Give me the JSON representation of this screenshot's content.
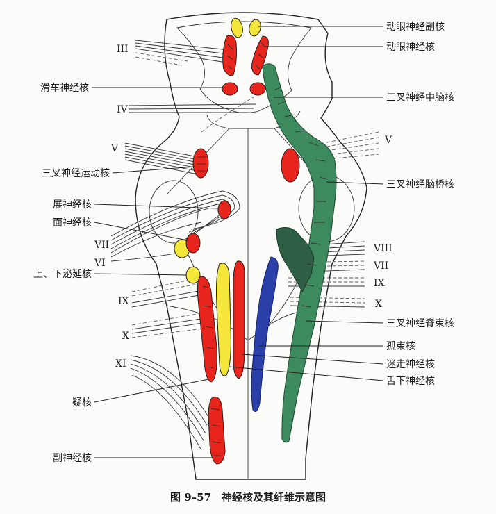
{
  "labels_right": {
    "accessory_oculomotor": "动眼神经副核",
    "oculomotor": "动眼神经核",
    "mesencephalic_trigeminal": "三叉神经中脑核",
    "pontine_trigeminal": "三叉神经脑桥核",
    "spinal_trigeminal": "三叉神经脊束核",
    "solitary": "孤束核",
    "vagus_dorsal": "迷走神经核",
    "hypoglossal": "舌下神经核"
  },
  "labels_left": {
    "trochlear": "滑车神经核",
    "trigeminal_motor": "三叉神经运动核",
    "abducens": "展神经核",
    "facial": "面神经核",
    "salivatory": "上、下泌延核",
    "ambiguus": "疑核",
    "accessory": "副神经核"
  },
  "roman": {
    "III": "III",
    "IV": "IV",
    "V_left": "V",
    "V_right": "V",
    "VII_left": "VII",
    "VI_left": "VI",
    "VIII_right": "VIII",
    "VII_right": "VII",
    "IX_right": "IX",
    "X_right": "X",
    "IX_left": "IX",
    "X_left": "X",
    "XI_left": "XI"
  },
  "caption": "图 9–57　神经核及其纤维示意图",
  "colors": {
    "motor_nuclei": "#e8251c",
    "visceral_motor_nuclei": "#f4e63a",
    "sensory_trigeminal": "#3d8a5e",
    "dark_green": "#2e5e44",
    "visceral_sensory": "#2a3fa8"
  }
}
